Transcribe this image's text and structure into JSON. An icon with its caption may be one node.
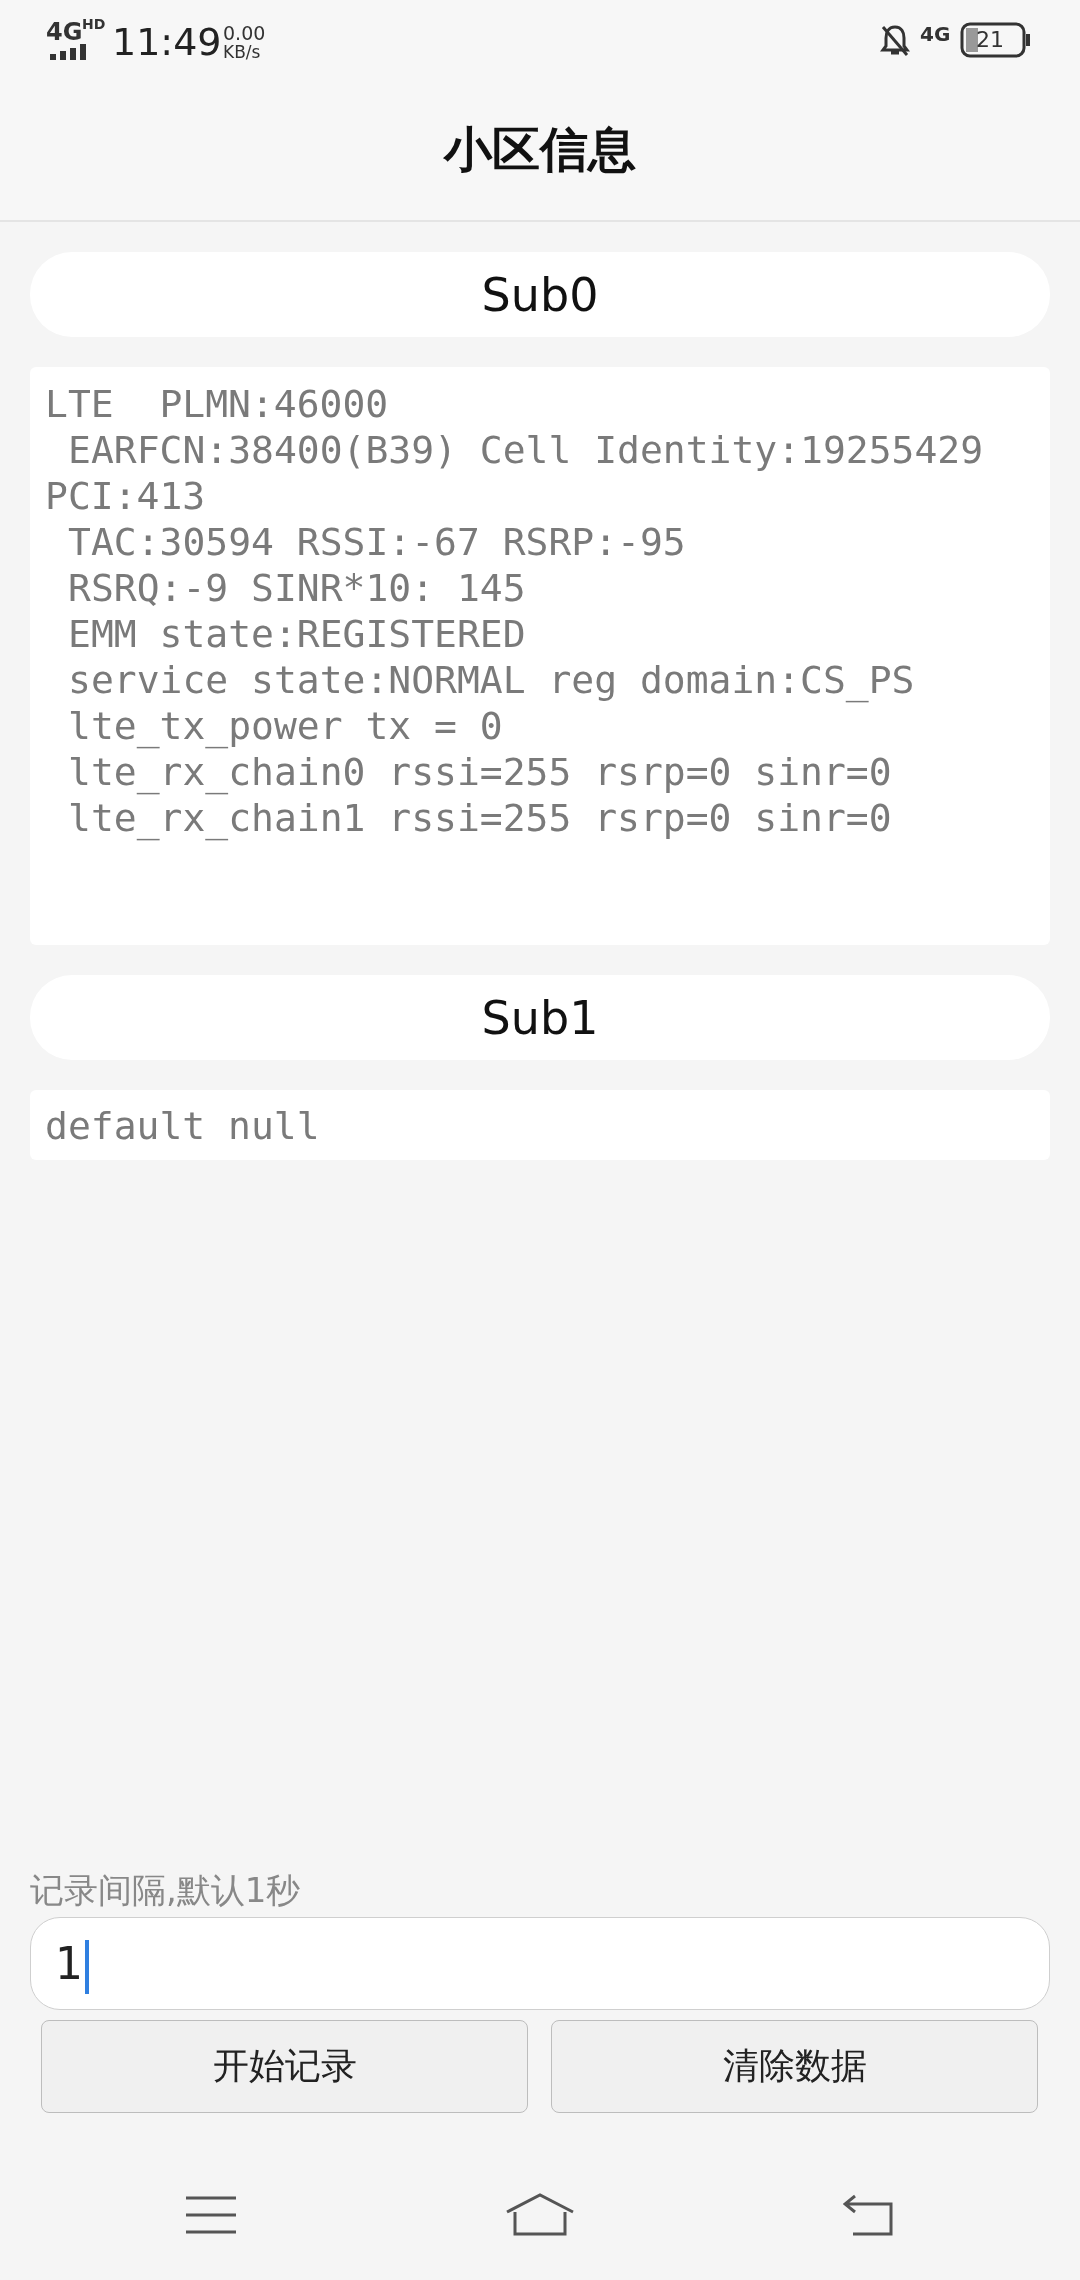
{
  "diagram": {
    "title": "小区信息",
    "labels": [
      "4G",
      "HD",
      "11:49",
      "0.00",
      "KB/s",
      "4G",
      "21",
      "Sub0",
      "LTE  PLMN:46000",
      "EARFCN:38400(B39) Cell Identity:19255429",
      "PCI:413",
      "TAC:30594 RSSI:-67 RSRP:-95",
      "RSRQ:-9 SINR*10: 145",
      "EMM state:REGISTERED",
      "service state:NORMAL reg domain:CS_PS",
      "lte_tx_power tx = 0",
      "lte_rx_chain0 rssi=255 rsrp=0 sinr=0",
      "lte_rx_chain1 rssi=255 rsrp=0 sinr=0",
      "Sub1",
      "default null",
      "记录间隔,默认1秒",
      "1",
      "开始记录",
      "清除数据"
    ]
  }
}
